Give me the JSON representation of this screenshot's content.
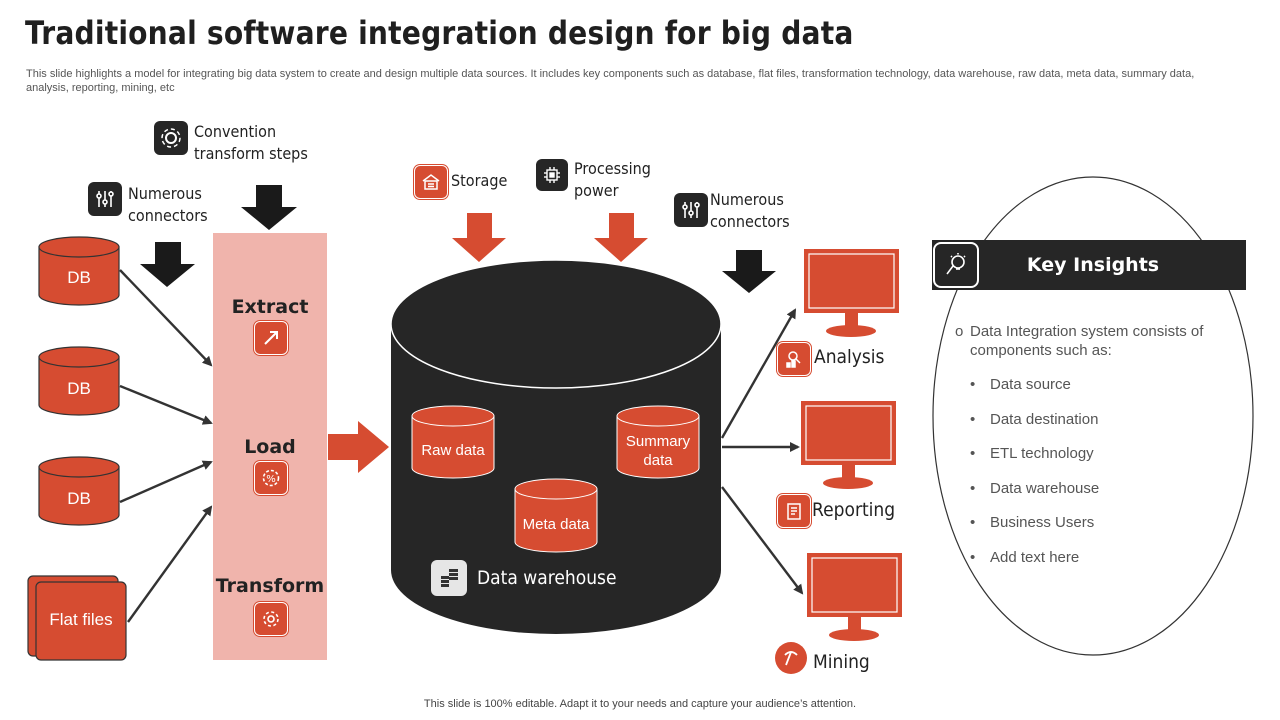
{
  "title": "Traditional software integration design for big data",
  "subtitle": "This slide highlights a model for integrating big data system to create and design multiple data sources. It includes key components such as database, flat files, transformation technology, data warehouse, raw data, meta data, summary data, analysis, reporting, mining, etc",
  "footer": "This slide is 100% editable. Adapt it to your needs and capture your audience’s attention.",
  "colors": {
    "accent": "#d64c31",
    "pink_panel": "#f0b4ac",
    "dark": "#262626"
  },
  "left_labels": {
    "convention_line1": "Convention",
    "convention_line2": "transform steps",
    "connectors_line1": "Numerous",
    "connectors_line2": "connectors"
  },
  "sources": [
    {
      "label": "DB"
    },
    {
      "label": "DB"
    },
    {
      "label": "DB"
    },
    {
      "label": "Flat files"
    }
  ],
  "etl_steps": [
    {
      "label": "Extract",
      "icon": "extract-icon"
    },
    {
      "label": "Load",
      "icon": "percent-gear-icon"
    },
    {
      "label": "Transform",
      "icon": "transform-gears-icon"
    }
  ],
  "top_labels": {
    "storage": "Storage",
    "processing_line1": "Processing",
    "processing_line2": "power",
    "connectors_line1": "Numerous",
    "connectors_line2": "connectors"
  },
  "warehouse": {
    "label": "Data warehouse",
    "raw": "Raw data",
    "summary_line1": "Summary",
    "summary_line2": "data",
    "meta": "Meta data"
  },
  "outputs": [
    {
      "label": "Analysis",
      "icon": "analysis-icon"
    },
    {
      "label": "Reporting",
      "icon": "report-icon"
    },
    {
      "label": "Mining",
      "icon": "pickaxe-icon"
    }
  ],
  "insights": {
    "title": "Key Insights",
    "intro_bullet": "o",
    "intro": "Data Integration system consists of components such as:",
    "items": [
      "Data source",
      "Data destination",
      "ETL technology",
      "Data warehouse",
      "Business Users",
      "Add text here"
    ]
  }
}
